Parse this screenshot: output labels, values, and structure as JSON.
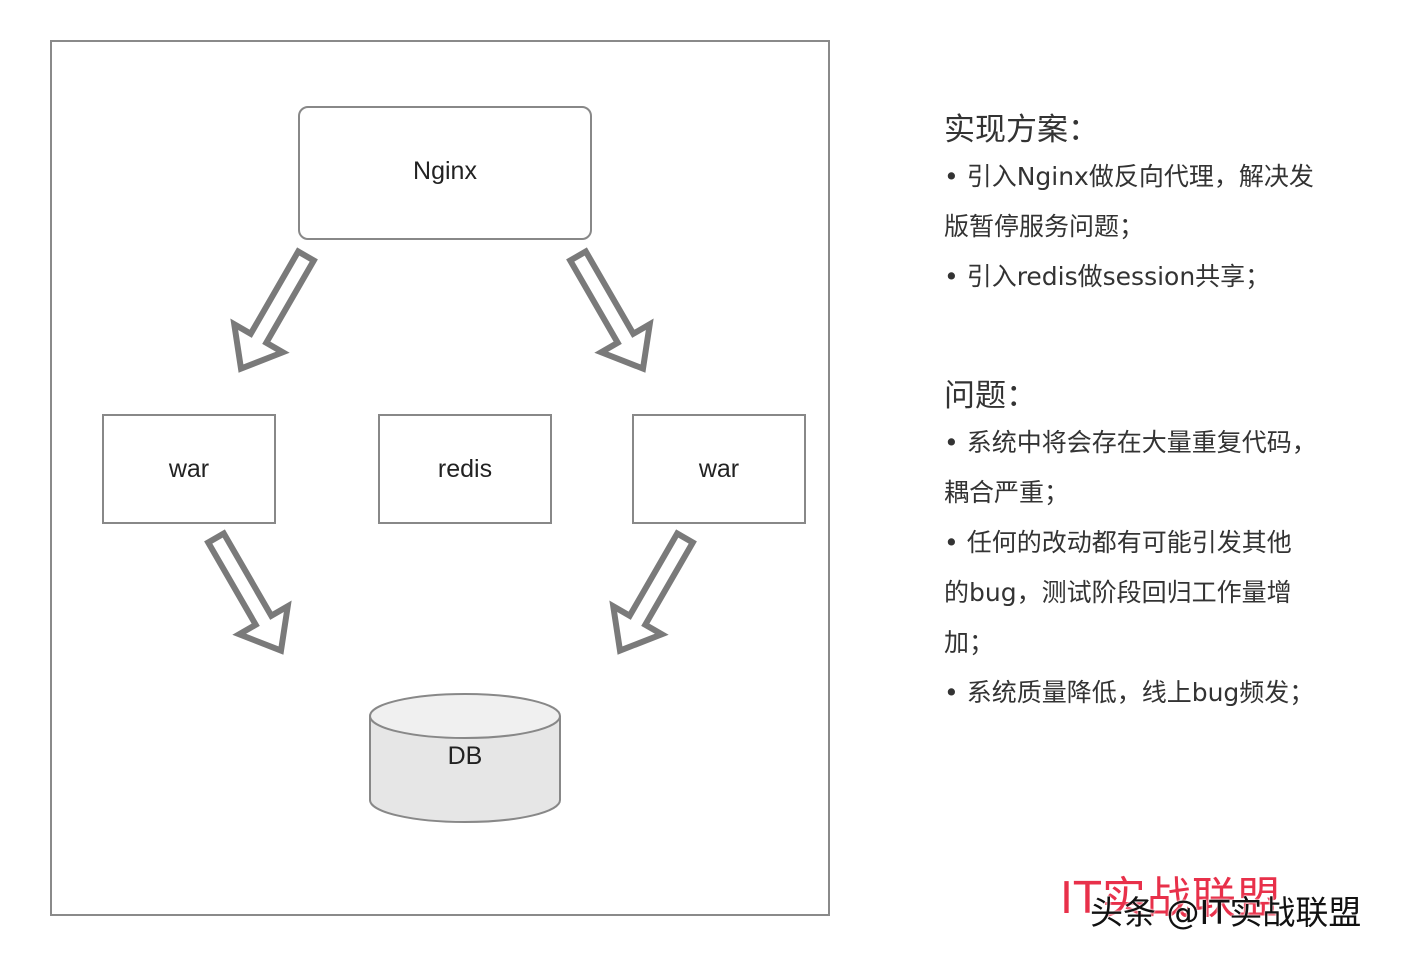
{
  "diagram": {
    "nodes": {
      "nginx": "Nginx",
      "war_left": "war",
      "redis": "redis",
      "war_right": "war",
      "db": "DB"
    },
    "colors": {
      "border": "#888888",
      "arrow_fill": "#ffffff",
      "arrow_stroke": "#7a7a7a",
      "db_fill": "#e6e6e6"
    }
  },
  "notes": {
    "solution_heading": "实现方案：",
    "solution_lines": [
      "• 引入Nginx做反向代理，解决发",
      "版暂停服务问题；",
      "• 引入redis做session共享；"
    ],
    "problem_heading": "问题：",
    "problem_lines": [
      "• 系统中将会存在大量重复代码，",
      "耦合严重；",
      "• 任何的改动都有可能引发其他",
      "的bug，测试阶段回归工作量增",
      "加；",
      "• 系统质量降低，线上bug频发；"
    ]
  },
  "watermark": {
    "brand": "IT实战联盟",
    "source": "头条 @IT实战联盟",
    "brand_color": "#e8304a"
  }
}
